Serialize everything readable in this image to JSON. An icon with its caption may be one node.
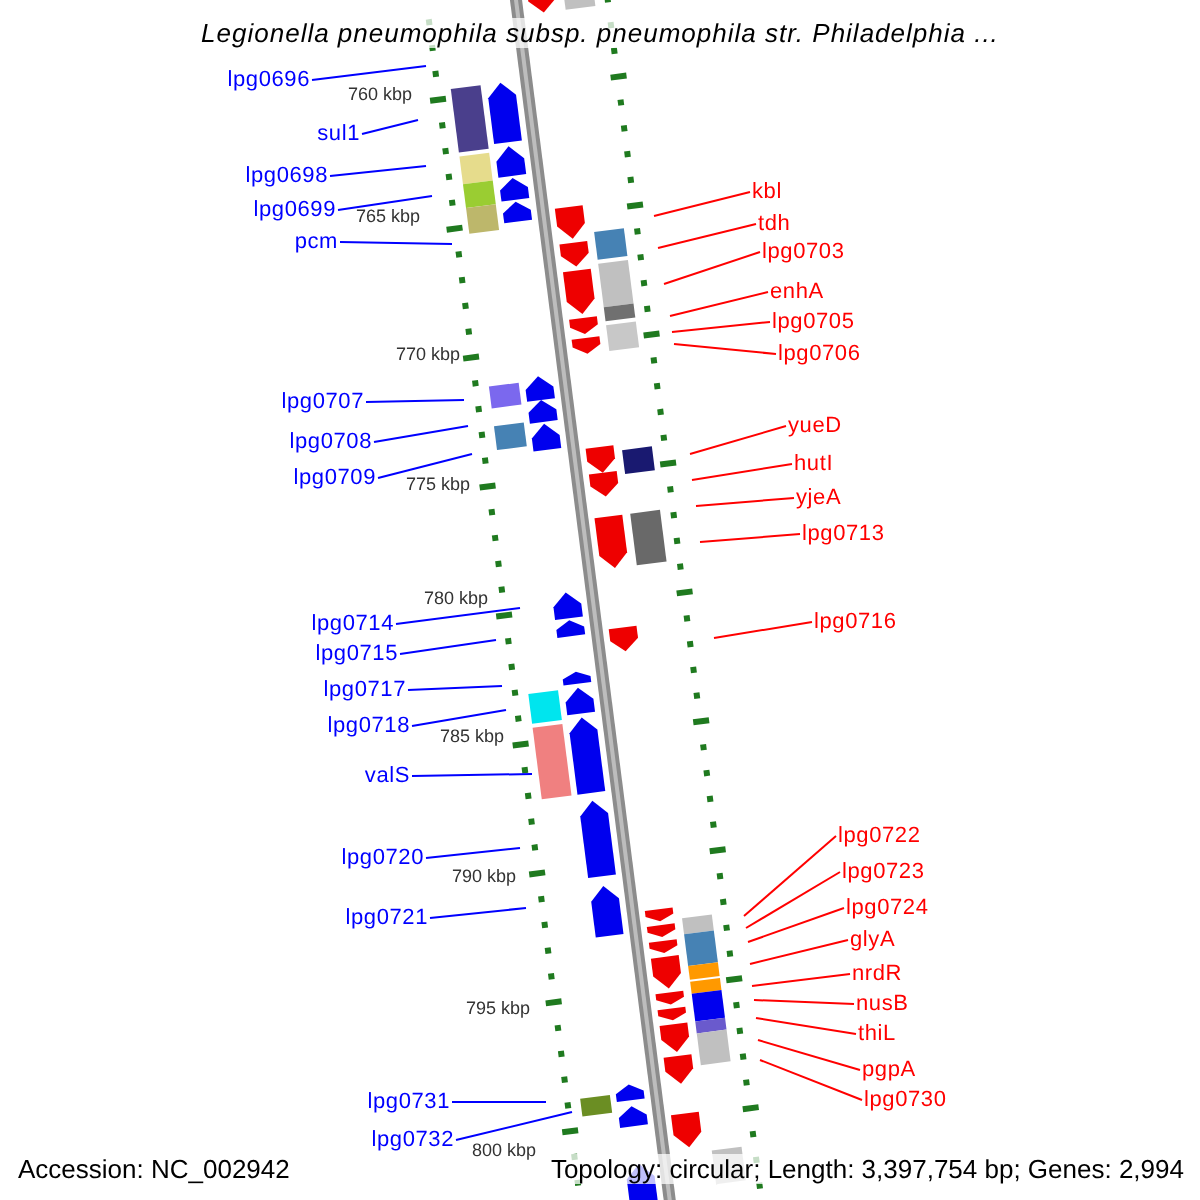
{
  "diagram": {
    "title": "Legionella pneumophila subsp. pneumophila str. Philadelphia ...",
    "nodes": [
      {
        "text": [
          "lpg0696"
        ]
      },
      {
        "text": [
          "sul1"
        ]
      },
      {
        "text": [
          "lpg0698"
        ]
      },
      {
        "text": [
          "lpg0699"
        ]
      },
      {
        "text": [
          "pcm"
        ]
      },
      {
        "text": [
          "lpg0707"
        ]
      },
      {
        "text": [
          "lpg0708"
        ]
      },
      {
        "text": [
          "lpg0709"
        ]
      },
      {
        "text": [
          "lpg0714"
        ]
      },
      {
        "text": [
          "lpg0715"
        ]
      },
      {
        "text": [
          "lpg0717"
        ]
      },
      {
        "text": [
          "lpg0718"
        ]
      },
      {
        "text": [
          "valS"
        ]
      },
      {
        "text": [
          "lpg0720"
        ]
      },
      {
        "text": [
          "lpg0721"
        ]
      },
      {
        "text": [
          "lpg0731"
        ]
      },
      {
        "text": [
          "lpg0732"
        ]
      },
      {
        "text": [
          "kbl"
        ]
      },
      {
        "text": [
          "tdh"
        ]
      },
      {
        "text": [
          "lpg0703"
        ]
      },
      {
        "text": [
          "enhA"
        ]
      },
      {
        "text": [
          "lpg0705"
        ]
      },
      {
        "text": [
          "lpg0706"
        ]
      },
      {
        "text": [
          "yueD"
        ]
      },
      {
        "text": [
          "hutI"
        ]
      },
      {
        "text": [
          "yjeA"
        ]
      },
      {
        "text": [
          "lpg0713"
        ]
      },
      {
        "text": [
          "lpg0716"
        ]
      },
      {
        "text": [
          "lpg0722"
        ]
      },
      {
        "text": [
          "lpg0723"
        ]
      },
      {
        "text": [
          "lpg0724"
        ]
      },
      {
        "text": [
          "glyA"
        ]
      },
      {
        "text": [
          "nrdR"
        ]
      },
      {
        "text": [
          "nusB"
        ]
      },
      {
        "text": [
          "thiL"
        ]
      },
      {
        "text": [
          "pgpA"
        ]
      },
      {
        "text": [
          "lpg0730"
        ]
      }
    ],
    "edges": [
      {
        "from": 0,
        "to": null,
        "arrow": "none",
        "color": "#0000ff"
      },
      {
        "from": 1,
        "to": null,
        "arrow": "none",
        "color": "#0000ff"
      },
      {
        "from": 2,
        "to": null,
        "arrow": "none",
        "color": "#0000ff"
      },
      {
        "from": 3,
        "to": null,
        "arrow": "none",
        "color": "#0000ff"
      },
      {
        "from": 4,
        "to": null,
        "arrow": "none",
        "color": "#0000ff"
      },
      {
        "from": 5,
        "to": null,
        "arrow": "none",
        "color": "#0000ff"
      },
      {
        "from": 6,
        "to": null,
        "arrow": "none",
        "color": "#0000ff"
      },
      {
        "from": 7,
        "to": null,
        "arrow": "none",
        "color": "#0000ff"
      },
      {
        "from": 8,
        "to": null,
        "arrow": "none",
        "color": "#0000ff"
      },
      {
        "from": 9,
        "to": null,
        "arrow": "none",
        "color": "#0000ff"
      },
      {
        "from": 10,
        "to": null,
        "arrow": "none",
        "color": "#0000ff"
      },
      {
        "from": 11,
        "to": null,
        "arrow": "none",
        "color": "#0000ff"
      },
      {
        "from": 12,
        "to": null,
        "arrow": "none",
        "color": "#0000ff"
      },
      {
        "from": 13,
        "to": null,
        "arrow": "none",
        "color": "#0000ff"
      },
      {
        "from": 14,
        "to": null,
        "arrow": "none",
        "color": "#0000ff"
      },
      {
        "from": 15,
        "to": null,
        "arrow": "none",
        "color": "#0000ff"
      },
      {
        "from": 16,
        "to": null,
        "arrow": "none",
        "color": "#0000ff"
      },
      {
        "from": 17,
        "to": null,
        "arrow": "none"
      },
      {
        "from": 18,
        "to": null,
        "arrow": "none"
      },
      {
        "from": 19,
        "to": null,
        "arrow": "none"
      },
      {
        "from": 20,
        "to": null,
        "arrow": "none"
      },
      {
        "from": 21,
        "to": null,
        "arrow": "none"
      },
      {
        "from": 22,
        "to": null,
        "arrow": "none"
      },
      {
        "from": 23,
        "to": null,
        "arrow": "none"
      },
      {
        "from": 24,
        "to": null,
        "arrow": "none"
      },
      {
        "from": 25,
        "to": null,
        "arrow": "none"
      },
      {
        "from": 26,
        "to": null,
        "arrow": "none"
      },
      {
        "from": 27,
        "to": null,
        "arrow": "none"
      },
      {
        "from": 28,
        "to": null,
        "arrow": "none"
      },
      {
        "from": 29,
        "to": null,
        "arrow": "none"
      },
      {
        "from": 30,
        "to": null,
        "arrow": "none"
      },
      {
        "from": 31,
        "to": null,
        "arrow": "none"
      },
      {
        "from": 32,
        "to": null,
        "arrow": "none"
      },
      {
        "from": 33,
        "to": null,
        "arrow": "none"
      },
      {
        "from": 34,
        "to": null,
        "arrow": "none"
      },
      {
        "from": 35,
        "to": null,
        "arrow": "none"
      },
      {
        "from": 36,
        "to": null,
        "arrow": "none"
      }
    ],
    "labels": [
      "760 kbp",
      "765 kbp",
      "770 kbp",
      "775 kbp",
      "780 kbp",
      "785 kbp",
      "790 kbp",
      "795 kbp",
      "800 kbp",
      "Accession: NC_002942",
      "Topology: circular; Length: 3,397,754 bp; Genes: 2,994"
    ]
  }
}
